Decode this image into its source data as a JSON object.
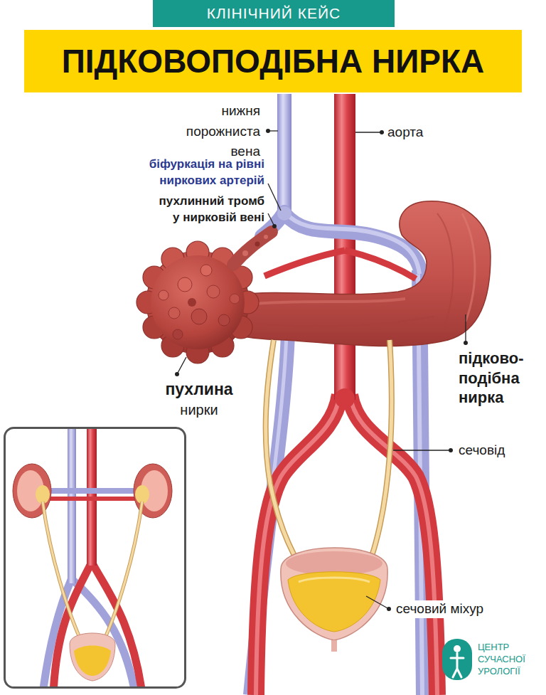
{
  "diagram": {
    "title": "ПІДКОВОПОДІБНА НИРКА",
    "nodes": [
      {
        "text": [
          "КЛІНІЧНИЙ КЕЙС"
        ]
      }
    ],
    "labels": [
      "нижня порожниста вена",
      "аорта",
      "біфуркація на рівні ниркових артерій",
      "пухлинний тромб у нирковій вені",
      "пухлина нирки",
      "підково- подібна нирка",
      "сечовід",
      "сечовий міхур",
      "ЦЕНТР СУЧАСНОЇ УРОЛОГІЇ"
    ]
  }
}
